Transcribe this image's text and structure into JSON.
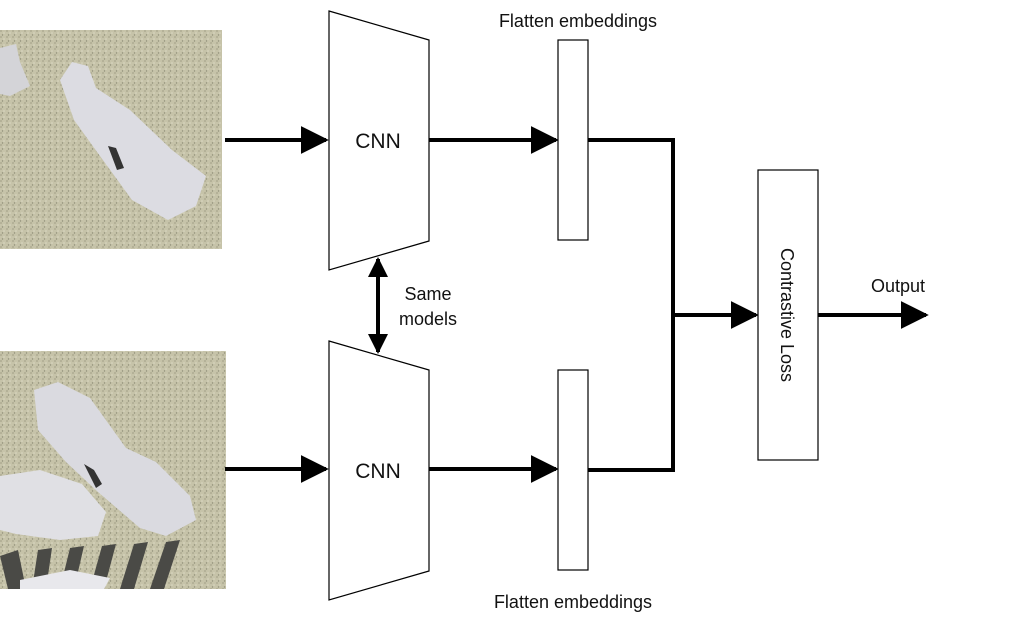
{
  "diagram": {
    "colors": {
      "stroke": "#000000",
      "fill": "#ffffff",
      "floor": "#c9c6ad",
      "pig": "#d9d9de"
    },
    "inputs": [
      {
        "image": "pig-photo-top"
      },
      {
        "image": "pig-photo-bottom"
      }
    ],
    "encoders": [
      {
        "label": "CNN"
      },
      {
        "label": "CNN"
      }
    ],
    "embeddings_top_label": "Flatten embeddings",
    "embeddings_bottom_label": "Flatten embeddings",
    "shared_weights_label_line1": "Same",
    "shared_weights_label_line2": "models",
    "loss_label": "Contrastive Loss",
    "output_label": "Output"
  }
}
